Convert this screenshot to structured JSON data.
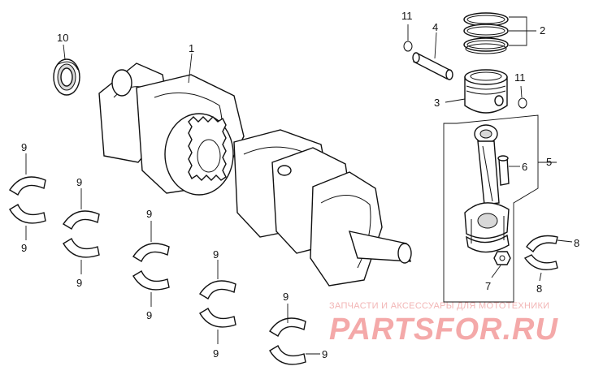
{
  "callouts": {
    "crankshaft": "1",
    "piston_rings": "2",
    "piston": "3",
    "piston_pin": "4",
    "connecting_rod_assy": "5",
    "rod_bolt": "6",
    "rod_nut": "7",
    "rod_bearing": "8",
    "main_bearing": "9",
    "oil_seal": "10",
    "pin_clip": "11"
  },
  "watermark": {
    "tagline": "ЗАПЧАСТИ И АКСЕССУАРЫ ДЛЯ МОТОТЕХНИКИ",
    "brand": "PARTSFOR.RU"
  }
}
